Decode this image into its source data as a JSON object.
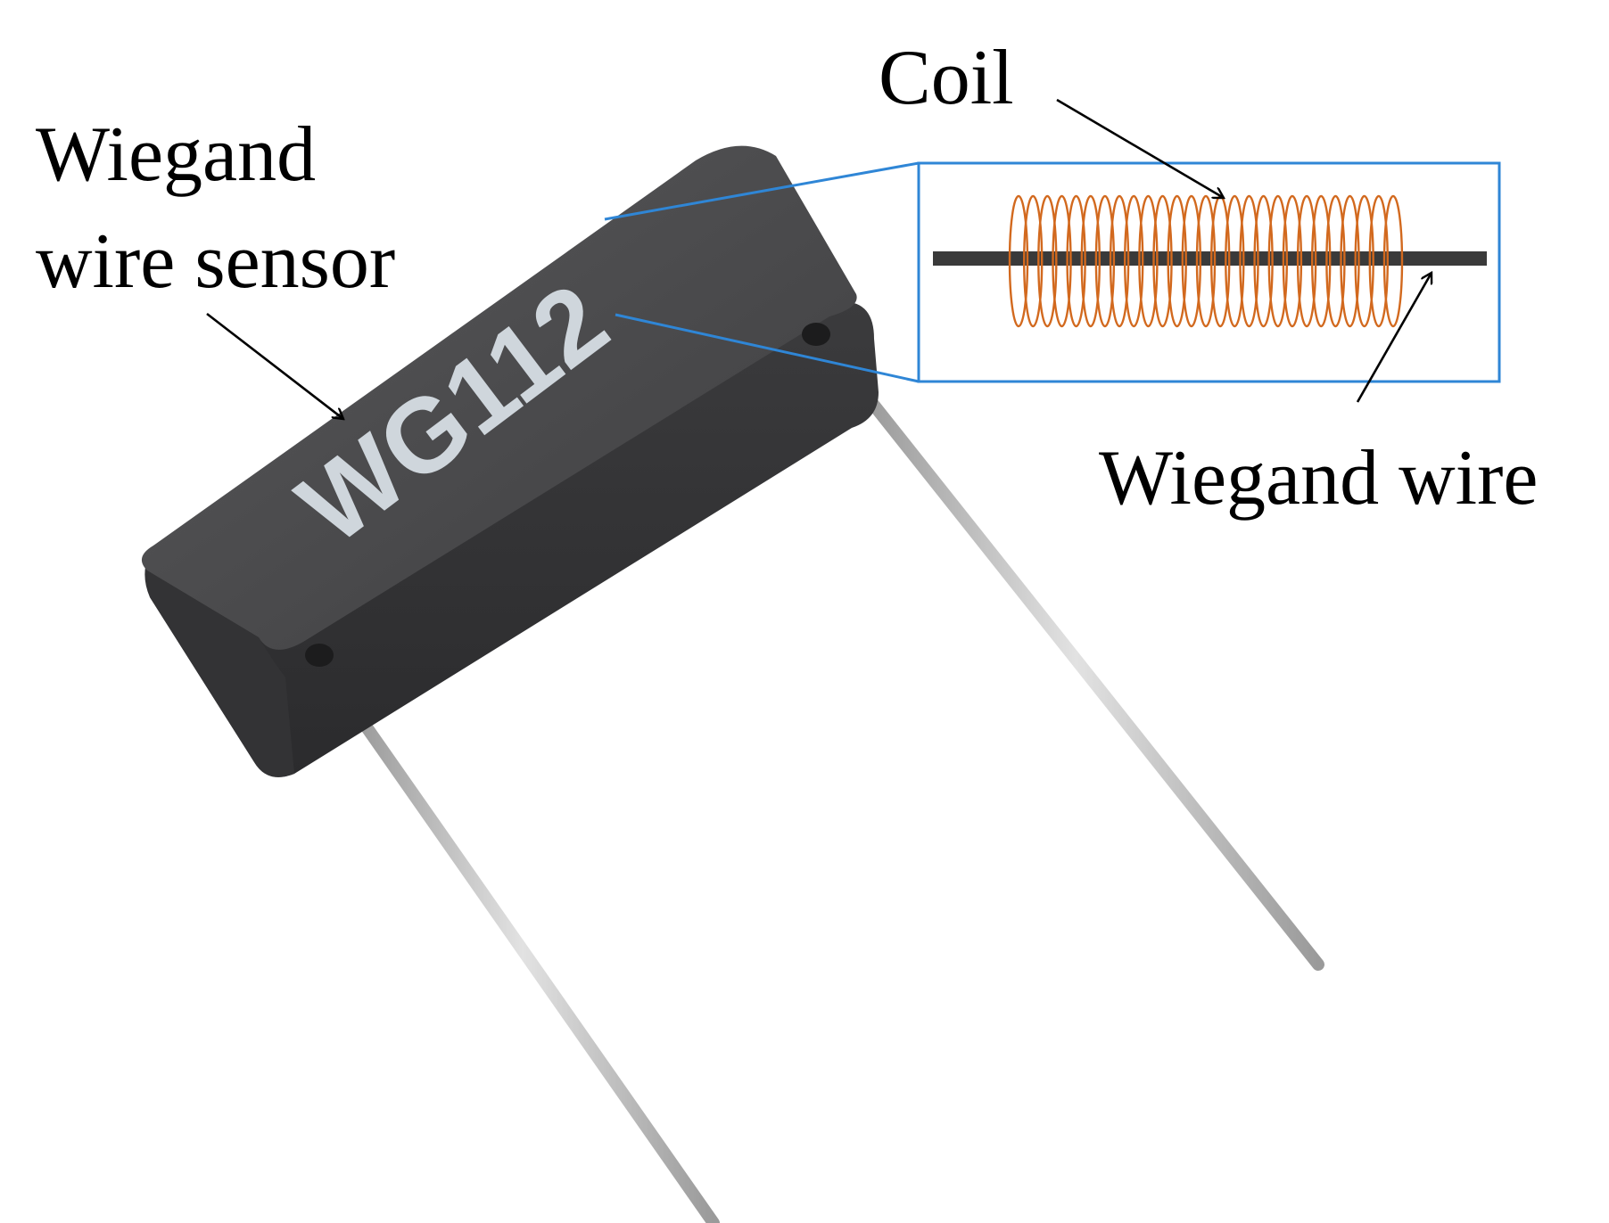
{
  "labels": {
    "sensor_line1": "Wiegand",
    "sensor_line2": "wire sensor",
    "coil": "Coil",
    "wiegand_wire": "Wiegand wire",
    "part_number": "WG112"
  },
  "colors": {
    "background": "#ffffff",
    "sensor_body": "#3f3f41",
    "sensor_body_top": "#4a4a4c",
    "part_mark": "#cfd6dc",
    "lead": "#b9b9b9",
    "callout_box": "#2f86d6",
    "coil": "#d2691e",
    "wire_core": "#3a3a3a",
    "arrow": "#000000"
  },
  "icons": {
    "sensor": "wiegand-sensor-photo",
    "inset": "coil-around-wire-detail"
  }
}
